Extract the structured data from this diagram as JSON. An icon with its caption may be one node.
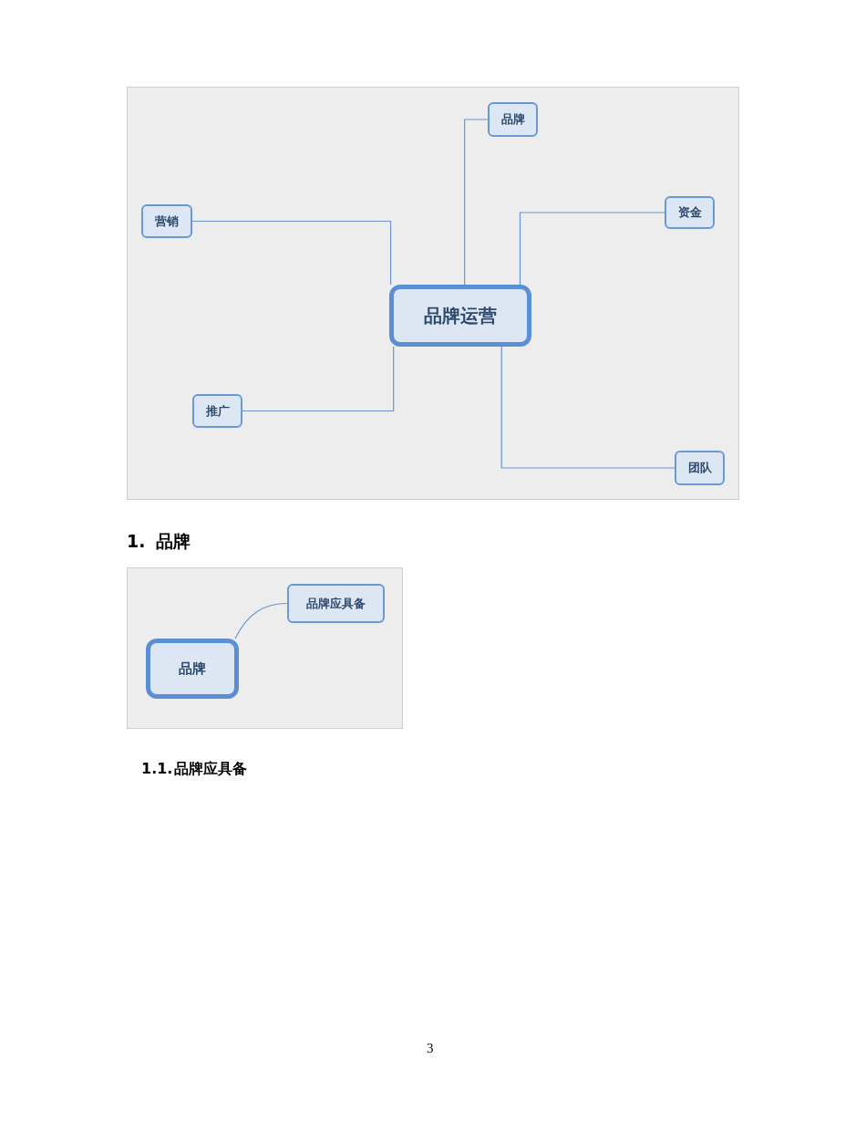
{
  "diagram": {
    "nodes": [
      {
        "text": [
          "品牌运营"
        ]
      },
      {
        "text": [
          "品牌"
        ]
      },
      {
        "text": [
          "营销"
        ]
      },
      {
        "text": [
          "资金"
        ]
      },
      {
        "text": [
          "推广"
        ]
      },
      {
        "text": [
          "团队"
        ]
      },
      {
        "text": [
          "品牌"
        ]
      },
      {
        "text": [
          "品牌应具备"
        ]
      }
    ],
    "edges": [
      {
        "from": 0,
        "to": 1,
        "arrow": "none"
      },
      {
        "from": 0,
        "to": 2,
        "arrow": "none"
      },
      {
        "from": 0,
        "to": 3,
        "arrow": "none"
      },
      {
        "from": 0,
        "to": 4,
        "arrow": "none"
      },
      {
        "from": 0,
        "to": 5,
        "arrow": "none"
      },
      {
        "from": 6,
        "to": 7,
        "arrow": "none"
      }
    ],
    "labels": [
      "1.",
      "品牌",
      "1.1.",
      "品牌应具备",
      "3"
    ]
  }
}
